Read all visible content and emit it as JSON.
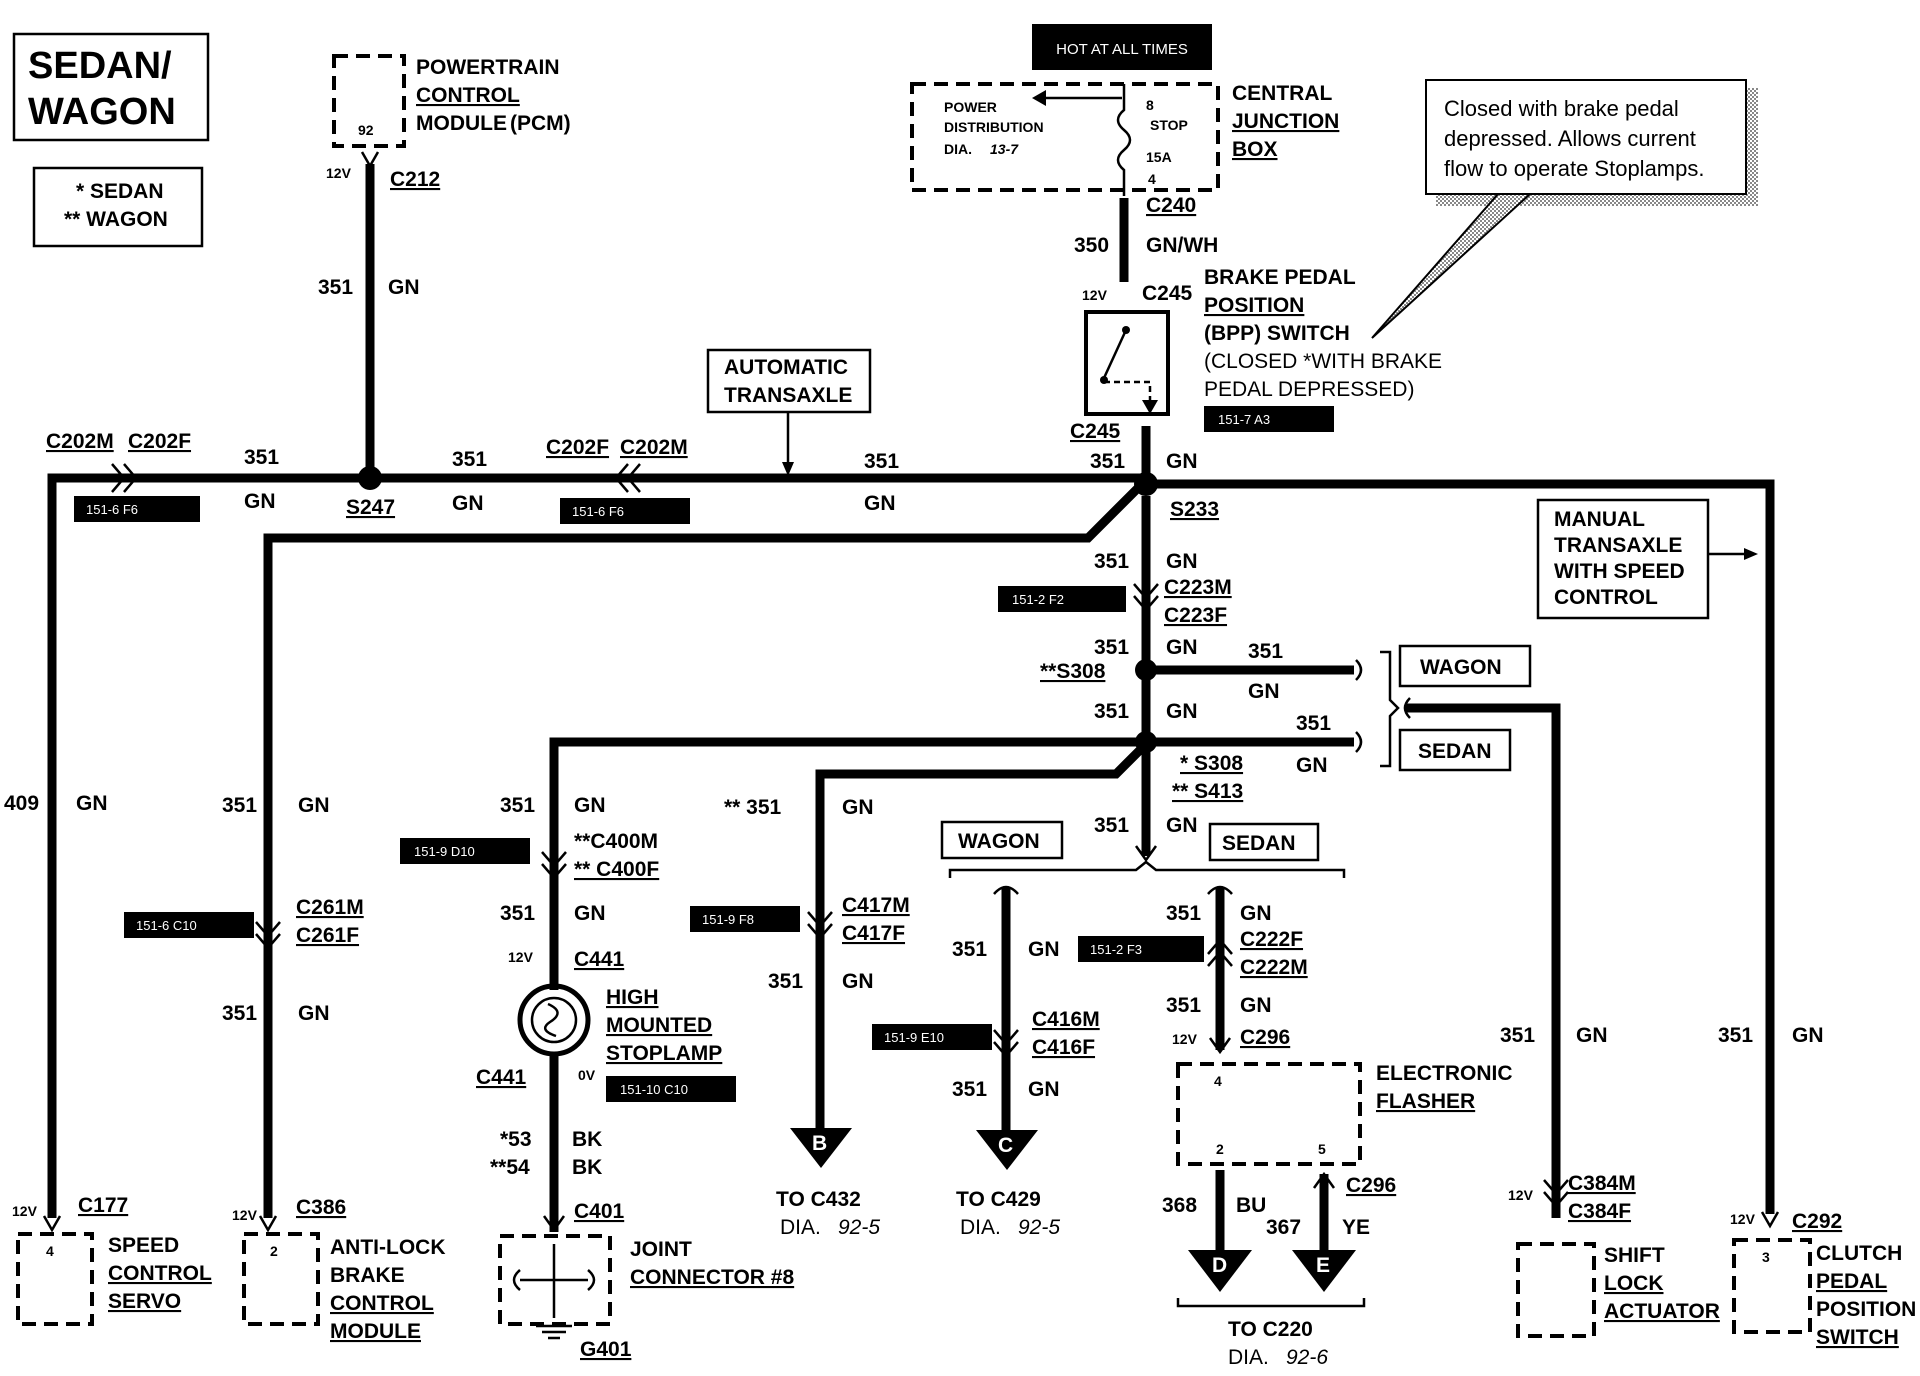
{
  "title": {
    "line1": "SEDAN/",
    "line2": "WAGON"
  },
  "legend": {
    "sedan": "* SEDAN",
    "wagon": "** WAGON"
  },
  "header": {
    "hot": "HOT AT ALL TIMES"
  },
  "callout": {
    "line1": "Closed with brake pedal",
    "line2": "depressed.  Allows current",
    "line3": "flow to operate Stoplamps."
  },
  "pcm": {
    "l1": "POWERTRAIN",
    "l2": "CONTROL",
    "l3": "MODULE",
    "l3b": "(PCM)",
    "pin": "92",
    "volt": "12V",
    "conn": "C212",
    "circuit": "351",
    "color": "GN"
  },
  "cjb": {
    "l1": "CENTRAL",
    "l2": "JUNCTION",
    "l3": "BOX",
    "pd1": "POWER",
    "pd2": "DISTRIBUTION",
    "pd3": "DIA.",
    "pd3b": "13-7",
    "pin8": "8",
    "stop": "STOP",
    "fuse": "15A",
    "pin4": "4",
    "conn": "C240"
  },
  "wire350": {
    "circuit": "350",
    "color": "GN/WH"
  },
  "bpp": {
    "volt": "12V",
    "conn_top": "C245",
    "l1": "BRAKE PEDAL",
    "l2": "POSITION",
    "l3": "(BPP) SWITCH",
    "l4": "(CLOSED *WITH BRAKE",
    "l5": "PEDAL DEPRESSED)",
    "ref": "151-7 A3",
    "conn_bot": "C245"
  },
  "bus": {
    "c202m_left": "C202M",
    "c202f_left": "C202F",
    "ref_left": "151-6 F6",
    "seg1_circuit": "351",
    "seg1_color": "GN",
    "s247": "S247",
    "seg2_circuit": "351",
    "seg2_color": "GN",
    "c202f_mid": "C202F",
    "c202m_mid": "C202M",
    "ref_mid": "151-6 F6",
    "auto1": "AUTOMATIC",
    "auto2": "TRANSAXLE",
    "seg3_circuit": "351",
    "seg3_color": "GN",
    "s233_circuit": "351",
    "s233_color": "GN",
    "s233": "S233"
  },
  "manual": {
    "l1": "MANUAL",
    "l2": "TRANSAXLE",
    "l3": "WITH SPEED",
    "l4": "CONTROL"
  },
  "center": {
    "c223_circuit": "351",
    "c223_color": "GN",
    "c223m": "C223M",
    "c223f": "C223F",
    "ref223": "151-2 F2",
    "s308w_circuit": "351",
    "s308w_color": "GN",
    "s308w": "**S308",
    "wagon_branch_circuit": "351",
    "wagon_branch_color": "GN",
    "wagon_box": "WAGON",
    "s308s_circuit": "351",
    "s308s_color": "GN",
    "sedan_branch_circuit": "351",
    "sedan_branch_color": "GN",
    "sedan_box": "SEDAN",
    "s308s": "* S308",
    "s413": "** S413",
    "down_circuit": "351",
    "down_color": "GN",
    "wagon_box2": "WAGON",
    "sedan_box2": "SEDAN"
  },
  "speed_servo": {
    "circuit": "409",
    "color": "GN",
    "volt": "12V",
    "conn": "C177",
    "pin": "4",
    "l1": "SPEED",
    "l2": "CONTROL",
    "l3": "SERVO"
  },
  "abs": {
    "circuit": "351",
    "color": "GN",
    "ref": "151-6 C10",
    "c261m": "C261M",
    "c261f": "C261F",
    "circuit2": "351",
    "color2": "GN",
    "volt": "12V",
    "conn": "C386",
    "pin": "2",
    "l1": "ANTI-LOCK",
    "l2": "BRAKE",
    "l3": "CONTROL",
    "l4": "MODULE"
  },
  "hmsl": {
    "circuit": "351",
    "color": "GN",
    "ref": "151-9 D10",
    "c400m": "**C400M",
    "c400f": "** C400F",
    "circuit2": "351",
    "color2": "GN",
    "volt": "12V",
    "conn": "C441",
    "l1": "HIGH",
    "l2": "MOUNTED",
    "l3": "STOPLAMP",
    "conn2": "C441",
    "ov": "0V",
    "ref2": "151-10 C10",
    "bk1": "*53",
    "bk1c": "BK",
    "bk2": "**54",
    "bk2c": "BK",
    "c401": "C401",
    "j1": "JOINT",
    "j2": "CONNECTOR #8",
    "g401": "G401"
  },
  "to_c432": {
    "circuit": "** 351",
    "color": "GN",
    "ref": "151-9 F8",
    "c417m": "C417M",
    "c417f": "C417F",
    "circuit2": "351",
    "color2": "GN",
    "letter": "B",
    "to": "TO C432",
    "dia": "DIA.",
    "dia_num": "92-5"
  },
  "to_c429": {
    "circuit": "351",
    "color": "GN",
    "ref": "151-2 F3",
    "ref2": "151-9 E10",
    "c416m": "C416M",
    "c416f": "C416F",
    "circuit2": "351",
    "color2": "GN",
    "letter": "C",
    "to": "TO C429",
    "dia": "DIA.",
    "dia_num": "92-5"
  },
  "flasher": {
    "circuit": "351",
    "color": "GN",
    "c222f": "C222F",
    "c222m": "C222M",
    "circuit2": "351",
    "color2": "GN",
    "volt": "12V",
    "conn": "C296",
    "pin4": "4",
    "pin2": "2",
    "pin5": "5",
    "l1": "ELECTRONIC",
    "l2": "FLASHER",
    "conn2": "C296",
    "bu_circuit": "368",
    "bu_color": "BU",
    "ye_circuit": "367",
    "ye_color": "YE",
    "letter_d": "D",
    "letter_e": "E",
    "to": "TO C220",
    "dia": "DIA.",
    "dia_num": "92-6"
  },
  "shift_lock": {
    "circuit": "351",
    "color": "GN",
    "volt": "12V",
    "c384m": "C384M",
    "c384f": "C384F",
    "l1": "SHIFT",
    "l2": "LOCK",
    "l3": "ACTUATOR"
  },
  "clutch": {
    "circuit": "351",
    "color": "GN",
    "volt": "12V",
    "conn": "C292",
    "pin": "3",
    "l1": "CLUTCH",
    "l2": "PEDAL",
    "l3": "POSITION",
    "l4": "SWITCH"
  }
}
